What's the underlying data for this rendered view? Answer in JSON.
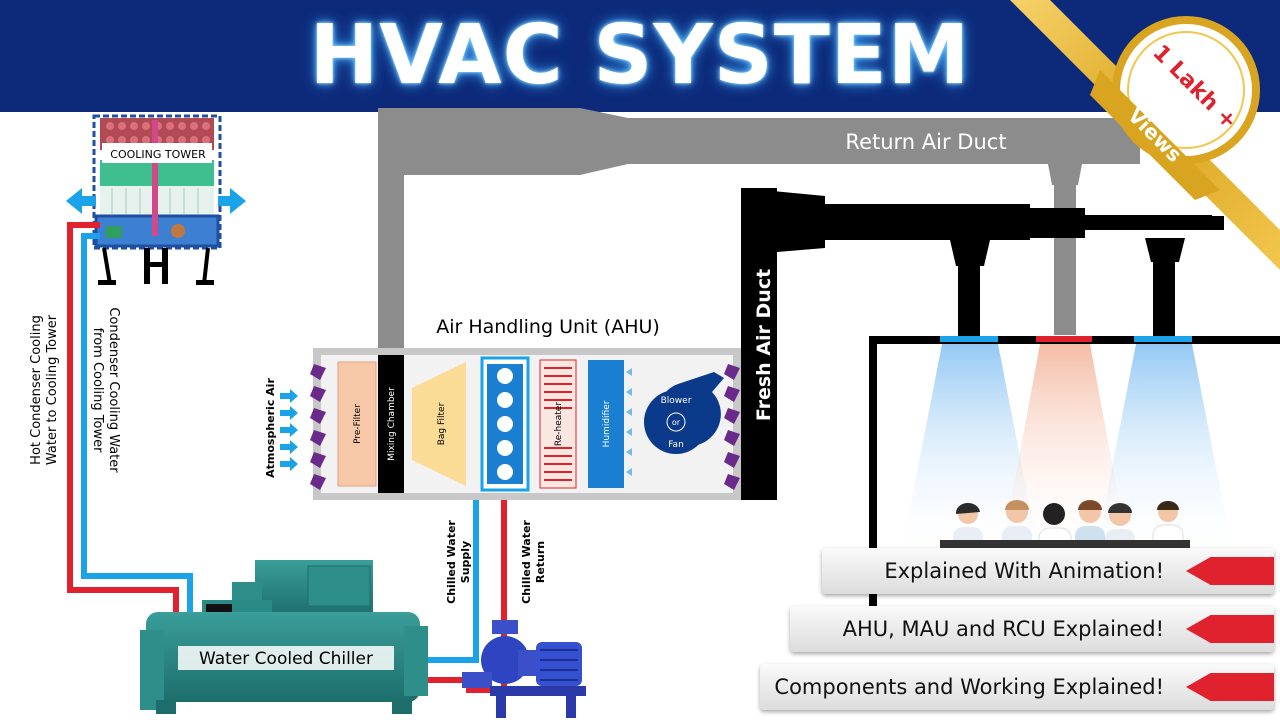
{
  "title": "HVAC SYSTEM",
  "badge": {
    "line1": "1 Lakh +",
    "line2": "Views"
  },
  "ducts": {
    "return": "Return Air Duct",
    "fresh": "Fresh Air Duct"
  },
  "cooling_tower": {
    "label": "COOLING TOWER"
  },
  "ahu": {
    "title": "Air Handling Unit (AHU)",
    "atmospheric_air": "Atmospheric Air",
    "components": {
      "pre_filter": "Pre-Filter",
      "mixing_chamber": "Mixing Chamber",
      "bag_filter": "Bag Filter",
      "reheater": "Re-heater",
      "humidifier": "Humidifier",
      "blower_line1": "Blower",
      "blower_line2": "or",
      "blower_line3": "Fan"
    }
  },
  "pipes": {
    "hot_condenser_line1": "Hot Condenser Cooling",
    "hot_condenser_line2": "Water to Cooling Tower",
    "condenser_line1": "Condenser Cooling Water",
    "condenser_line2": "from Cooling Tower",
    "chw_supply_line1": "Chilled Water",
    "chw_supply_line2": "Supply",
    "chw_return_line1": "Chilled Water",
    "chw_return_line2": "Return"
  },
  "chiller": {
    "label": "Water Cooled Chiller"
  },
  "banners": [
    "Explained With Animation!",
    "AHU, MAU and RCU Explained!",
    "Components and Working Explained!"
  ],
  "colors": {
    "title_bg": "#0d2a7a",
    "hot_pipe": "#e0212e",
    "cold_pipe": "#1aa3e8",
    "return_duct": "#8c8c8c",
    "fresh_duct": "#000000",
    "banner_arrow": "#e0212e",
    "badge_ribbon": "#d9a520"
  }
}
